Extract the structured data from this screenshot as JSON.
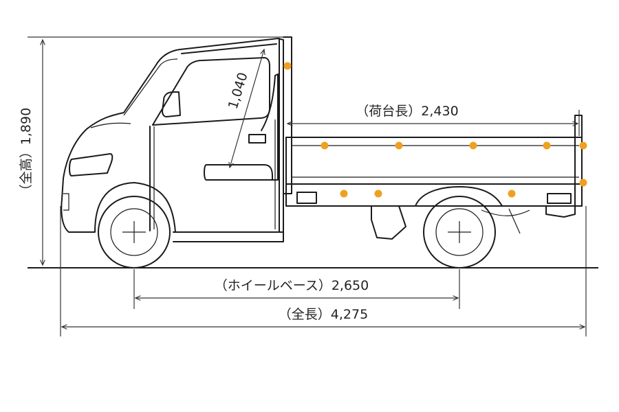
{
  "dimensions": {
    "overall_height": "（全高）1,890",
    "cabin_interior": "1,040",
    "bed_length": "（荷台長）2,430",
    "wheelbase": "（ホイールベース）2,650",
    "overall_length": "（全長）4,275"
  },
  "colors": {
    "line": "#1a1a1a",
    "marker": "#F0A020"
  }
}
